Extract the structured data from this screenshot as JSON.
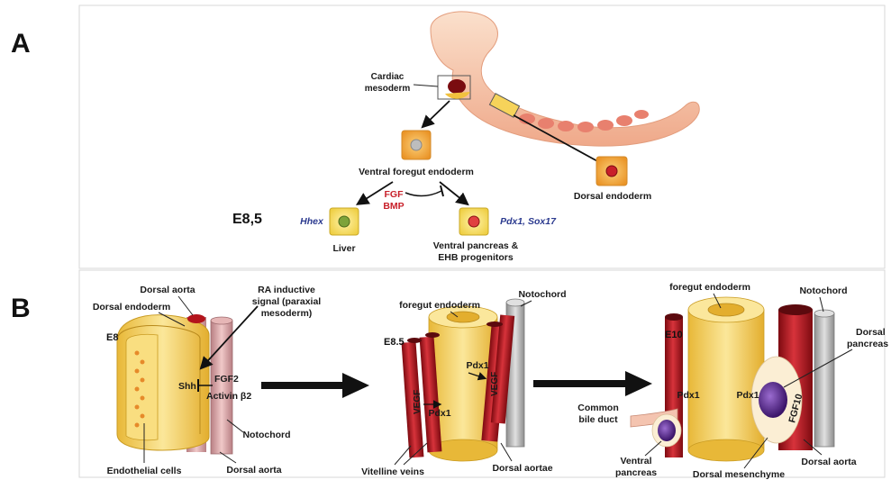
{
  "panels": {
    "a": "A",
    "b": "B"
  },
  "panel_a": {
    "cardiac": [
      "Cardiac",
      "mesoderm"
    ],
    "ventral_foregut": "Ventral foregut endoderm",
    "dorsal_endoderm": "Dorsal endoderm",
    "stage": "E8,5",
    "signals": [
      "FGF",
      "BMP"
    ],
    "hhex": "Hhex",
    "liver": "Liver",
    "pdx1_sox17": "Pdx1, Sox17",
    "ventral_pancreas": [
      "Ventral pancreas &",
      "EHB progenitors"
    ]
  },
  "panel_b": {
    "e8": {
      "stage": "E8",
      "dorsal_aorta_top": "Dorsal aorta",
      "dorsal_endoderm": "Dorsal endoderm",
      "ra_signal": [
        "RA inductive",
        "signal (paraxial",
        "mesoderm)"
      ],
      "shh": "Shh",
      "fgf2": "FGF2",
      "activin": "Activin β2",
      "notochord": "Notochord",
      "endothelial": "Endothelial cells",
      "dorsal_aorta_bottom": "Dorsal aorta"
    },
    "e85": {
      "stage": "E8.5",
      "foregut": "foregut endoderm",
      "notochord": "Notochord",
      "pdx1_right": "Pdx1",
      "pdx1_left": "Pdx1",
      "vegf_left": "VEGF",
      "vegf_right": "VEGF",
      "vitelline": "Vitelline veins",
      "dorsal_aortae": "Dorsal aortae"
    },
    "e10": {
      "stage": "E10",
      "foregut": "foregut endoderm",
      "notochord": "Notochord",
      "dorsal_pancreas": [
        "Dorsal",
        "pancreas"
      ],
      "pdx1_left": "Pdx1",
      "pdx1_right": "Pdx1",
      "fgf10": "FGF10",
      "common_bile": [
        "Common",
        "bile duct"
      ],
      "ventral_pancreas": [
        "Ventral",
        "pancreas"
      ],
      "dorsal_mesenchyme": "Dorsal mesenchyme",
      "dorsal_aorta": "Dorsal aorta"
    }
  },
  "colors": {
    "yellow": "#f6d35a",
    "yellow_light": "#fbe79c",
    "orange": "#f3a13a",
    "red_vessel": "#b3141c",
    "dark_red": "#7a0c10",
    "grey": "#b9b9b9",
    "embryo": "#f2b28e",
    "purple": "#5b2a91"
  }
}
